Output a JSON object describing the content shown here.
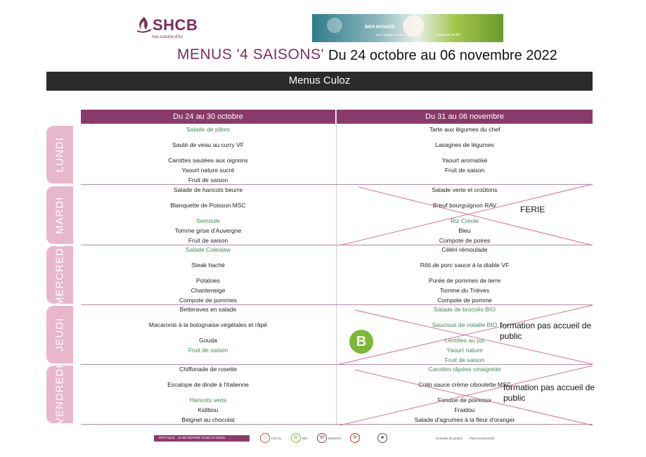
{
  "header": {
    "logo_text": "SHCB",
    "logo_sub": "ma cuisine d'ici",
    "banner_line1": "BIEN MANGER",
    "banner_line2": "avec plaisir et sans excès",
    "banner_line3": "c'est plus facile !",
    "menus_title": "MENUS '4 SAISONS'",
    "date_range": "Du 24 octobre au 06 novembre 2022",
    "site": "Menus Culoz"
  },
  "columns": [
    "Du 24 au 30 octobre",
    "Du 31 au 06 novembre"
  ],
  "days": [
    {
      "label": "LUNDI",
      "left": [
        {
          "t": "Salade de pâtes",
          "g": true
        },
        {
          "t": "Sauté de veau au curry VF",
          "g": false
        },
        {
          "t": "Carottes sautées aux oignons",
          "g": false
        },
        {
          "t": "Yaourt nature sucré",
          "g": false
        },
        {
          "t": "Fruit de saison",
          "g": false
        }
      ],
      "right": [
        {
          "t": "Tarte aux légumes du chef",
          "g": false
        },
        {
          "t": "Lasagnes de légumes",
          "g": false
        },
        {
          "t": "Yaourt aromatisé",
          "g": false
        },
        {
          "t": "Fruit de saison",
          "g": false
        }
      ]
    },
    {
      "label": "MARDI",
      "left": [
        {
          "t": "Salade de haricots beurre",
          "g": false
        },
        {
          "t": "Blanquette de Poisson MSC",
          "g": false
        },
        {
          "t": "Semoule",
          "g": true
        },
        {
          "t": "Tomme grise d'Auvergne",
          "g": false
        },
        {
          "t": "Fruit de saison",
          "g": false
        }
      ],
      "right": [
        {
          "t": "Salade verte et croûtons",
          "g": false
        },
        {
          "t": "Bœuf bourguignon RAV",
          "g": false
        },
        {
          "t": "Riz Créole",
          "g": true
        },
        {
          "t": "Bleu",
          "g": false
        },
        {
          "t": "Compote de poires",
          "g": false
        }
      ],
      "note": "FERIE"
    },
    {
      "label": "MERCREDI",
      "left": [
        {
          "t": "Salade Coleslaw",
          "g": true
        },
        {
          "t": "Steak haché",
          "g": false
        },
        {
          "t": "Potatoes",
          "g": false
        },
        {
          "t": "Chanteneige",
          "g": false
        },
        {
          "t": "Compote de pommes",
          "g": false
        }
      ],
      "right": [
        {
          "t": "Céléri rémoulade",
          "g": false
        },
        {
          "t": "Rôti de porc sauce à la diable VF",
          "g": false
        },
        {
          "t": "Purée de pommes de terre",
          "g": false
        },
        {
          "t": "Tomme du Trièves",
          "g": false
        },
        {
          "t": "Compote de pomme",
          "g": false
        }
      ]
    },
    {
      "label": "JEUDI",
      "left": [
        {
          "t": "Betteraves en salade",
          "g": false
        },
        {
          "t": "Macaronis à la bolognaise végétales et râpé",
          "g": false
        },
        {
          "t": "Gouda",
          "g": false
        },
        {
          "t": "Fruit de saison",
          "g": true
        }
      ],
      "right": [
        {
          "t": "Salade de brocolis BIO",
          "g": true
        },
        {
          "t": "Saucisse de volaille BIO",
          "g": true
        },
        {
          "t": "Lentilles au jus",
          "g": true
        },
        {
          "t": "Yaourt nature",
          "g": true
        },
        {
          "t": "Fruit de saison",
          "g": true
        }
      ],
      "note": "formation pas accueil de public",
      "badge": "B"
    },
    {
      "label": "VENDREDI",
      "left": [
        {
          "t": "Chiffonade de rosette",
          "g": false
        },
        {
          "t": "Escalope de dinde à l'italienne",
          "g": false
        },
        {
          "t": "Haricots verts",
          "g": true
        },
        {
          "t": "Kidibou",
          "g": false
        },
        {
          "t": "Beignet au chocolat",
          "g": false
        }
      ],
      "right": [
        {
          "t": "Carottes râpées vinaigrette",
          "g": true
        },
        {
          "t": "Colin sauce crème ciboulette MSC",
          "g": false
        },
        {
          "t": "Fondue de poireaux",
          "g": false
        },
        {
          "t": "Fraidou",
          "g": false
        },
        {
          "t": "Salade d'agrumes à la fleur d'oranger",
          "g": false
        }
      ],
      "note": "formation pas accueil de public"
    }
  ],
  "footer": {
    "bar_text": "PRATIQUE : JE ME REPERE DANS LE MENU",
    "icons": [
      {
        "symbol": "○",
        "label": "LOCAL",
        "color": "#d9534f"
      },
      {
        "symbol": "B",
        "label": "BIO",
        "color": "#7cb836"
      },
      {
        "symbol": "M",
        "label": "MAISON",
        "color": "#8a3a6a"
      },
      {
        "symbol": "R",
        "label": "",
        "color": "#c0392b"
      },
      {
        "symbol": "♣",
        "label": "",
        "color": "#555555"
      }
    ],
    "right1": "Conseils de gestes",
    "right2": "Plat recommandé"
  },
  "colors": {
    "accent": "#8a3a6a",
    "green": "#3f8a5a",
    "cross": "#d7708f",
    "tab": "#e8b7cc"
  }
}
